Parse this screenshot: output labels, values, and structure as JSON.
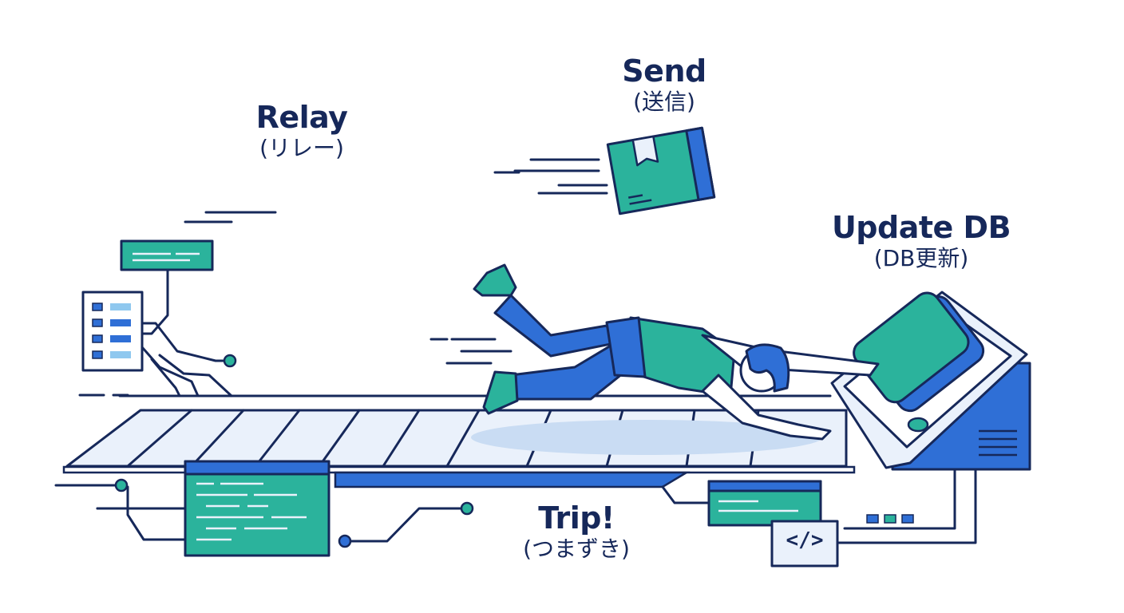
{
  "labels": {
    "send": {
      "en": "Send",
      "jp": "(送信)"
    },
    "relay": {
      "en": "Relay",
      "jp": "(リレー)"
    },
    "update_db": {
      "en": "Update DB",
      "jp": "(DB更新)"
    },
    "trip": {
      "en": "Trip!",
      "jp": "(つまずき)"
    }
  },
  "code_icon": {
    "glyph": "</>"
  },
  "colors": {
    "outline": "#16285a",
    "teal": "#2bb39c",
    "blue": "#2f6fd6",
    "light_blue": "#eaf1fb",
    "pale_teal": "#dff3ee"
  },
  "icons": [
    "package-icon",
    "code-icon",
    "server-console-icon",
    "database-cartridge-icon",
    "circuit-node-icon"
  ]
}
